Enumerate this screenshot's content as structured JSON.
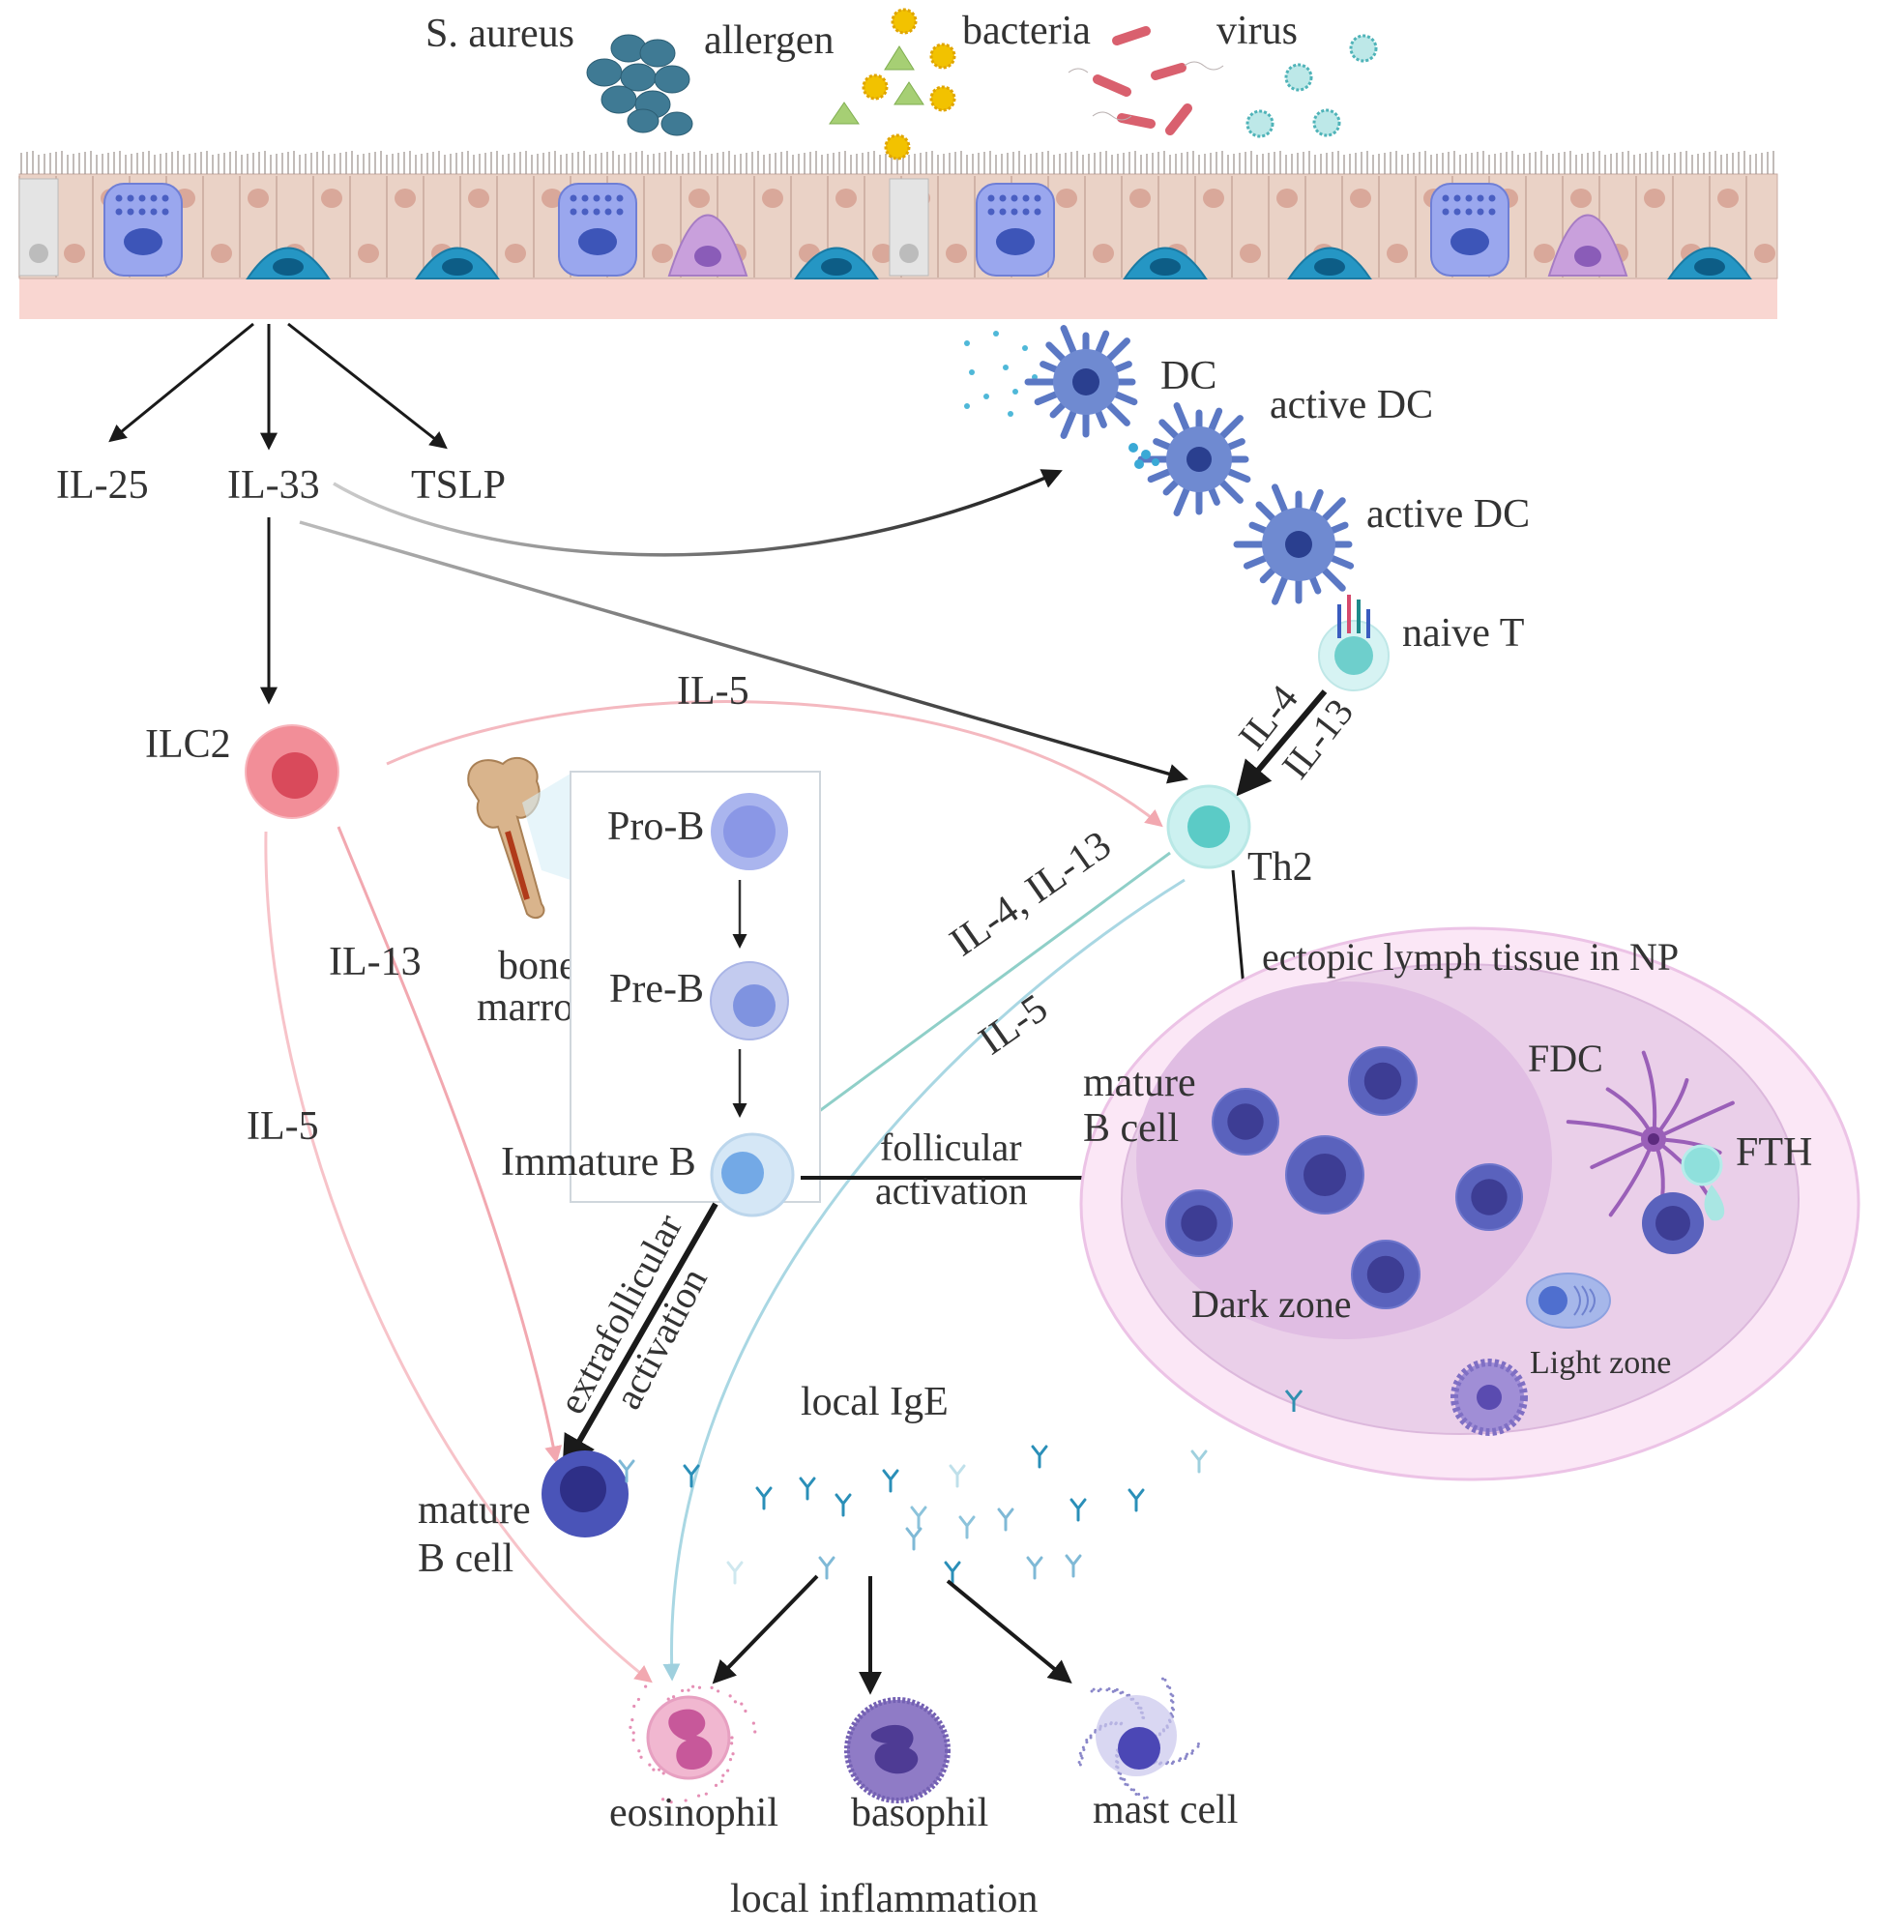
{
  "pathogens": {
    "s_aureus": "S. aureus",
    "allergen": "allergen",
    "bacteria": "bacteria",
    "virus": "virus"
  },
  "cytokines": {
    "il25": "IL-25",
    "il33": "IL-33",
    "tslp": "TSLP"
  },
  "dc": {
    "dc": "DC",
    "active_dc_1": "active DC",
    "active_dc_2": "active DC",
    "naive_t": "naive T"
  },
  "th2_inputs": {
    "il4": "IL-4",
    "il13": "IL-13",
    "il5_top": "IL-5"
  },
  "ilc2": "ILC2",
  "th2": "Th2",
  "bone_marrow": {
    "bone": "bone",
    "marrow": "marrow",
    "pro_b": "Pro-B",
    "pre_b": "Pre-B",
    "immature_b": "Immature B"
  },
  "arrows": {
    "il4_il13": "IL-4, IL-13",
    "il5_diag": "IL-5",
    "il13_left": "IL-13",
    "il5_left": "IL-5",
    "follicular_1": "follicular",
    "follicular_2": "activation",
    "extrafollicular_1": "extrafollicular",
    "extrafollicular_2": "activation"
  },
  "ectopic": {
    "title": "ectopic lymph tissue in NP",
    "mature_1": "mature",
    "mature_2": "B cell",
    "fdc": "FDC",
    "fth": "FTH",
    "dark_zone": "Dark zone",
    "light_zone": "Light zone"
  },
  "mature_b": {
    "line1": "mature",
    "line2": "B cell"
  },
  "local_ige": "local IgE",
  "effectors": {
    "eosinophil": "eosinophil",
    "basophil": "basophil",
    "mast_cell": "mast cell"
  },
  "footer": "local inflammation",
  "colors": {
    "arrow_black": "#1a1a1a",
    "pink_arrow": "#f2b8be",
    "teal_arrow": "#8fcfc8",
    "light_blue_arrow": "#a9d7e3",
    "epithelium": "#ead2c6",
    "basement": "#f9d6d1",
    "dc_blue": "#5b78c4",
    "th2_cyan": "#8fdcd8",
    "ilc2_red": "#e4626f",
    "b_cell": "#5560b5",
    "ectopic_outer": "#f7dcf2",
    "ectopic_inner": "#e7c3e3"
  }
}
